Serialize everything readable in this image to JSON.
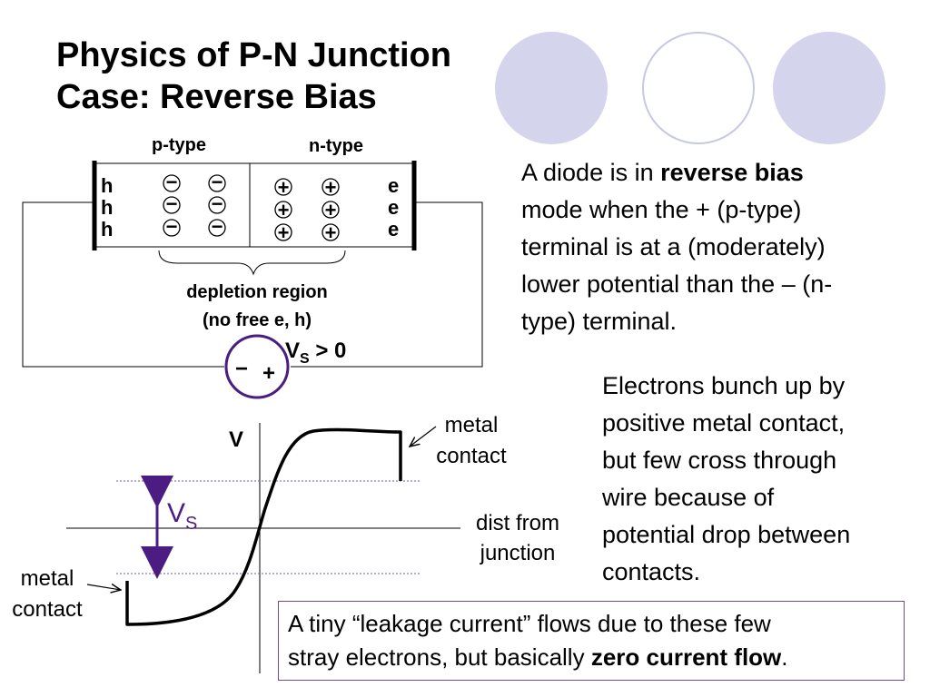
{
  "slide": {
    "title_line1": "Physics of P-N Junction",
    "title_line2": "Case: Reverse Bias"
  },
  "colors": {
    "circle_fill": "#d4d4ec",
    "circle_outline": "#c7c7e6",
    "accent_purple": "#4b1d82",
    "dotted_purple": "#7b5aa6"
  },
  "junction": {
    "p_label": "p-type",
    "n_label": "n-type",
    "holes": [
      "h",
      "h",
      "h"
    ],
    "electrons": [
      "e",
      "e",
      "e"
    ],
    "minus_sign": "−",
    "plus_sign": "+",
    "depletion_line1": "depletion region",
    "depletion_line2": "(no free e, h)",
    "battery_minus": "−",
    "battery_plus": "+",
    "vs_main": "V",
    "vs_sub": "S",
    "vs_rest": " > 0"
  },
  "intro": {
    "line1_pre": "A diode is in ",
    "line1_bold": "reverse bias",
    "line2": "mode when the + (p-type)",
    "line3": "terminal is at a (moderately)",
    "line4": "lower potential than the – (n-",
    "line5": "type) terminal."
  },
  "electrons_text": {
    "line1": "Electrons bunch up by",
    "line2": "positive metal contact,",
    "line3": "but few cross through",
    "line4": "wire because of",
    "line5": "potential drop between",
    "line6": "contacts."
  },
  "plot": {
    "y_label": "V",
    "x_label_line1": "dist from",
    "x_label_line2": "junction",
    "vs_main": "V",
    "vs_sub": "S",
    "right_contact_line1": "metal",
    "right_contact_line2": "contact",
    "left_contact_line1": "metal",
    "left_contact_line2": "contact"
  },
  "leakage": {
    "line1": "A tiny “leakage current” flows due to these few",
    "line2_pre": "stray electrons, but basically ",
    "line2_bold": "zero current flow",
    "line2_post": "."
  }
}
